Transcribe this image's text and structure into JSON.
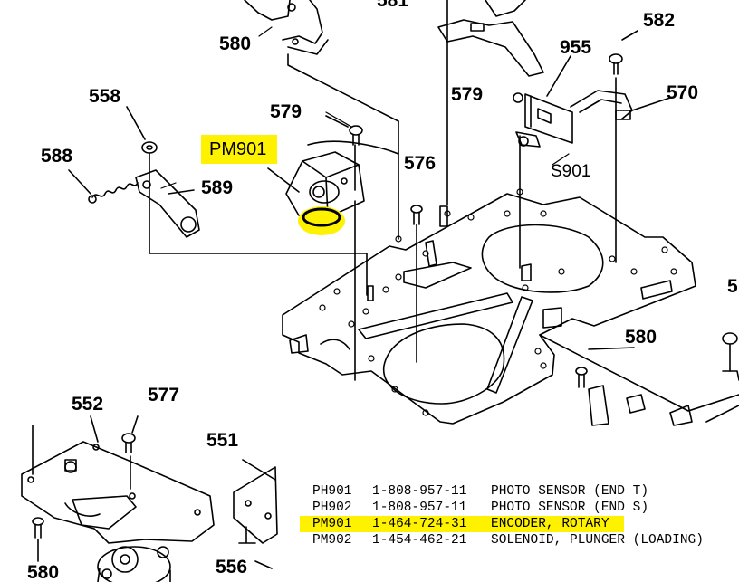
{
  "callouts": {
    "c580_top": "580",
    "c581": "581",
    "c582": "582",
    "c955": "955",
    "c558": "558",
    "c579_left": "579",
    "c579_right": "579",
    "c570": "570",
    "c588": "588",
    "c589": "589",
    "c576": "576",
    "s901": "S901",
    "pm901_tag": "PM901",
    "c580_mid": "580",
    "c57x_edge": "5",
    "c552": "552",
    "c577": "577",
    "c551": "551",
    "c580_bottom": "580",
    "c556": "556"
  },
  "highlight_color": "#fff200",
  "parts_list": [
    {
      "ref": "PH901",
      "part_no": "1-808-957-11",
      "description": "PHOTO SENSOR (END T)",
      "highlighted": false
    },
    {
      "ref": "PH902",
      "part_no": "1-808-957-11",
      "description": "PHOTO SENSOR (END S)",
      "highlighted": false
    },
    {
      "ref": "PM901",
      "part_no": "1-464-724-31",
      "description": "ENCODER, ROTARY",
      "highlighted": true
    },
    {
      "ref": "PM902",
      "part_no": "1-454-462-21",
      "description": "SOLENOID, PLUNGER (LOADING)",
      "highlighted": false
    }
  ]
}
